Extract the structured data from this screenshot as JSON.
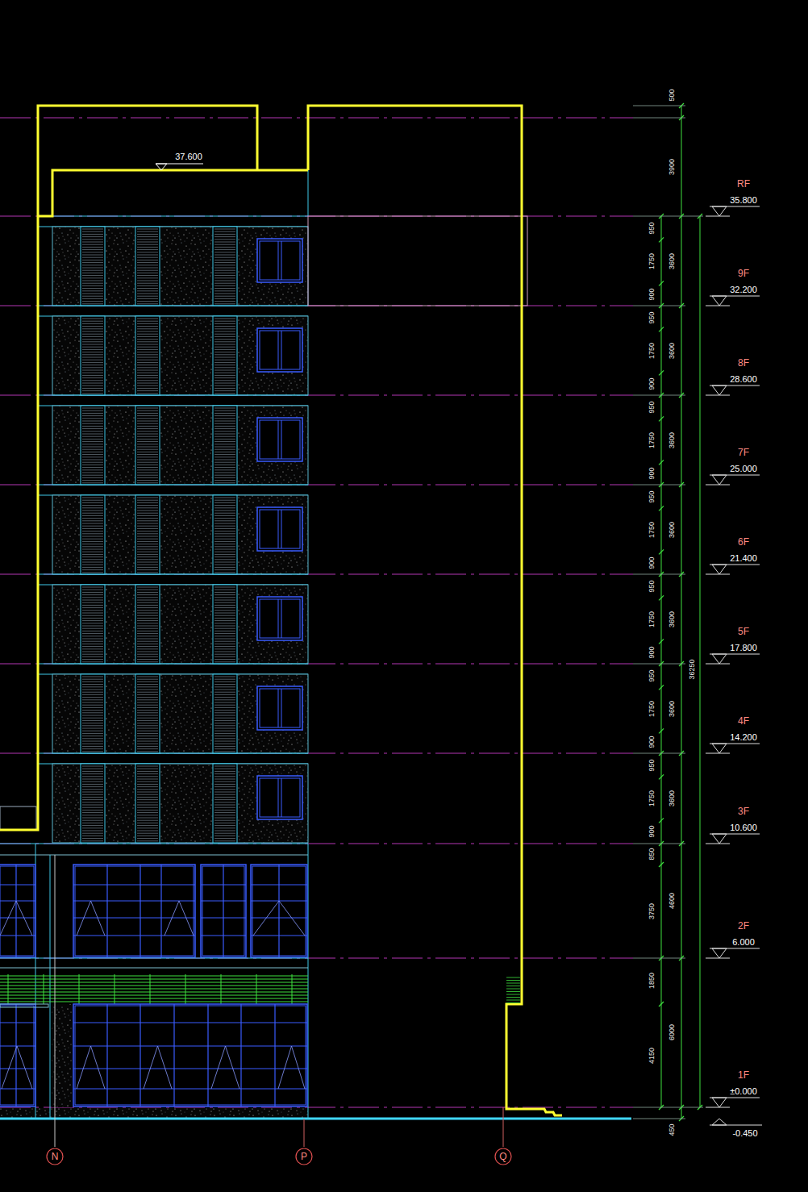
{
  "diagram": {
    "nodes": [
      {
        "text": [
          "N"
        ]
      },
      {
        "text": [
          "P"
        ]
      },
      {
        "text": [
          "Q"
        ]
      }
    ],
    "labels": [
      "37.600",
      "RF",
      "35.800",
      "9F",
      "32.200",
      "8F",
      "28.600",
      "7F",
      "25.000",
      "6F",
      "21.400",
      "5F",
      "17.800",
      "4F",
      "14.200",
      "3F",
      "10.600",
      "2F",
      "6.000",
      "1F",
      "±0.000",
      "-0.450",
      "950",
      "1750",
      "900",
      "950",
      "1750",
      "900",
      "950",
      "1750",
      "900",
      "950",
      "1750",
      "900",
      "950",
      "1750",
      "900",
      "950",
      "1750",
      "900",
      "950",
      "1750",
      "900",
      "850",
      "3750",
      "1850",
      "4150",
      "500",
      "3900",
      "3600",
      "3600",
      "3600",
      "3600",
      "3600",
      "3600",
      "3600",
      "4600",
      "6000",
      "450",
      "36250"
    ]
  }
}
